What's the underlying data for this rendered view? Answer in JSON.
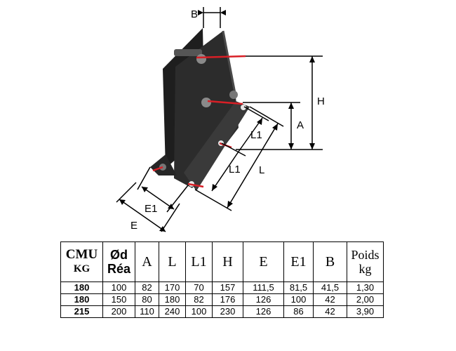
{
  "diagram": {
    "labels": {
      "B": "B",
      "H": "H",
      "A": "A",
      "L1_upper": "L1",
      "L1_lower": "L1",
      "L": "L",
      "E1": "E1",
      "E": "E"
    }
  },
  "table": {
    "headers": [
      {
        "line1": "CMU",
        "line2": "KG"
      },
      {
        "line1": "Ød",
        "line2": "Réa"
      },
      {
        "line1": "A",
        "line2": ""
      },
      {
        "line1": "L",
        "line2": ""
      },
      {
        "line1": "L1",
        "line2": ""
      },
      {
        "line1": "H",
        "line2": ""
      },
      {
        "line1": "E",
        "line2": ""
      },
      {
        "line1": "E1",
        "line2": ""
      },
      {
        "line1": "B",
        "line2": ""
      },
      {
        "line1": "Poids",
        "line2": "kg"
      }
    ],
    "rows": [
      [
        "180",
        "100",
        "82",
        "170",
        "70",
        "157",
        "111,5",
        "81,5",
        "41,5",
        "1,30"
      ],
      [
        "180",
        "150",
        "80",
        "180",
        "82",
        "176",
        "126",
        "100",
        "42",
        "2,00"
      ],
      [
        "215",
        "200",
        "110",
        "240",
        "100",
        "230",
        "126",
        "86",
        "42",
        "3,90"
      ]
    ]
  }
}
